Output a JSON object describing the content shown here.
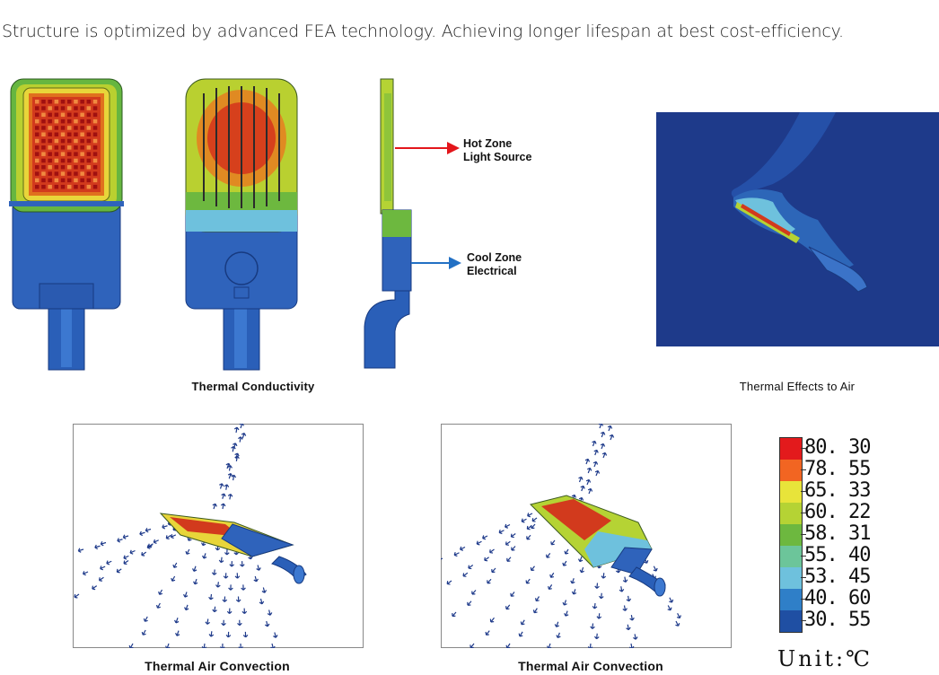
{
  "headline": "Structure is optimized by advanced FEA technology. Achieving longer lifespan at best cost-efficiency.",
  "callouts": {
    "hot_line1": "Hot Zone",
    "hot_line2": "Light Source",
    "cool_line1": "Cool Zone",
    "cool_line2": "Electrical"
  },
  "captions": {
    "thermal_conductivity": "Thermal Conductivity",
    "thermal_effects": "Thermal Effects to Air",
    "convection_left": "Thermal Air Convection",
    "convection_right": "Thermal Air Convection"
  },
  "legend": {
    "unit": "Unit:℃",
    "entries": [
      {
        "value": "80. 30",
        "color": "#e31a1c"
      },
      {
        "value": "78. 55",
        "color": "#f26522"
      },
      {
        "value": "65. 33",
        "color": "#e8e43a"
      },
      {
        "value": "60. 22",
        "color": "#b5d334"
      },
      {
        "value": "58. 31",
        "color": "#6db83f"
      },
      {
        "value": "55. 40",
        "color": "#6cc59a"
      },
      {
        "value": "53. 45",
        "color": "#6ec1dd"
      },
      {
        "value": "40. 60",
        "color": "#2f7fc8"
      },
      {
        "value": "30. 55",
        "color": "#1f4fa3"
      }
    ]
  },
  "colors": {
    "hot_arrow": "#e3161b",
    "cool_arrow": "#2270c4",
    "air_field": "#1e3a8a"
  }
}
